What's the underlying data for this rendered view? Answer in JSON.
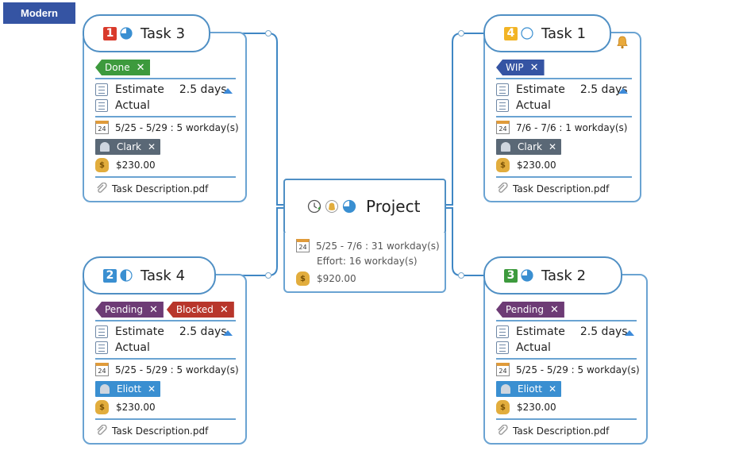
{
  "style_label": "Modern",
  "colors": {
    "border": "#6aa3d2",
    "line": "#3f87c4",
    "done": "#3d9a3d",
    "wip": "#3554a3",
    "pending": "#6d3b75",
    "blocked": "#b8362b",
    "clark": "#5a6876",
    "eliott": "#3a8fd1"
  },
  "project": {
    "title": "Project",
    "dates": "5/25 - 7/6 : 31 workday(s)",
    "effort": "Effort: 16 workday(s)",
    "cost": "$920.00",
    "calendar_day": "24"
  },
  "tasks": [
    {
      "id": "task3",
      "title": "Task 3",
      "priority": "1",
      "priority_color": "#d93a2b",
      "progress_icon": "pie-75-icon",
      "tags": [
        {
          "label": "Done",
          "color": "#3d9a3d"
        }
      ],
      "estimate_label": "Estimate",
      "estimate_value": "2.5 days",
      "actual_label": "Actual",
      "dates": "5/25 - 5/29 : 5 workday(s)",
      "calendar_day": "24",
      "resource": {
        "name": "Clark",
        "color": "#5a6876"
      },
      "cost": "$230.00",
      "attachment": "Task Description.pdf"
    },
    {
      "id": "task1",
      "title": "Task 1",
      "priority": "4",
      "priority_color": "#f2b425",
      "progress_icon": "pie-0-icon",
      "tags": [
        {
          "label": "WIP",
          "color": "#3554a3"
        }
      ],
      "estimate_label": "Estimate",
      "estimate_value": "2.5 days",
      "actual_label": "Actual",
      "dates": "7/6 - 7/6 : 1 workday(s)",
      "calendar_day": "24",
      "resource": {
        "name": "Clark",
        "color": "#5a6876"
      },
      "cost": "$230.00",
      "attachment": "Task Description.pdf"
    },
    {
      "id": "task4",
      "title": "Task 4",
      "priority": "2",
      "priority_color": "#3a8fd1",
      "progress_icon": "pie-50-icon",
      "tags": [
        {
          "label": "Pending",
          "color": "#6d3b75"
        },
        {
          "label": "Blocked",
          "color": "#b8362b"
        }
      ],
      "estimate_label": "Estimate",
      "estimate_value": "2.5 days",
      "actual_label": "Actual",
      "dates": "5/25 - 5/29 : 5 workday(s)",
      "calendar_day": "24",
      "resource": {
        "name": "Eliott",
        "color": "#3a8fd1"
      },
      "cost": "$230.00",
      "attachment": "Task Description.pdf"
    },
    {
      "id": "task2",
      "title": "Task 2",
      "priority": "3",
      "priority_color": "#3d9a3d",
      "progress_icon": "pie-75-icon",
      "tags": [
        {
          "label": "Pending",
          "color": "#6d3b75"
        }
      ],
      "estimate_label": "Estimate",
      "estimate_value": "2.5 days",
      "actual_label": "Actual",
      "dates": "5/25 - 5/29 : 5 workday(s)",
      "calendar_day": "24",
      "resource": {
        "name": "Eliott",
        "color": "#3a8fd1"
      },
      "cost": "$230.00",
      "attachment": "Task Description.pdf"
    }
  ]
}
